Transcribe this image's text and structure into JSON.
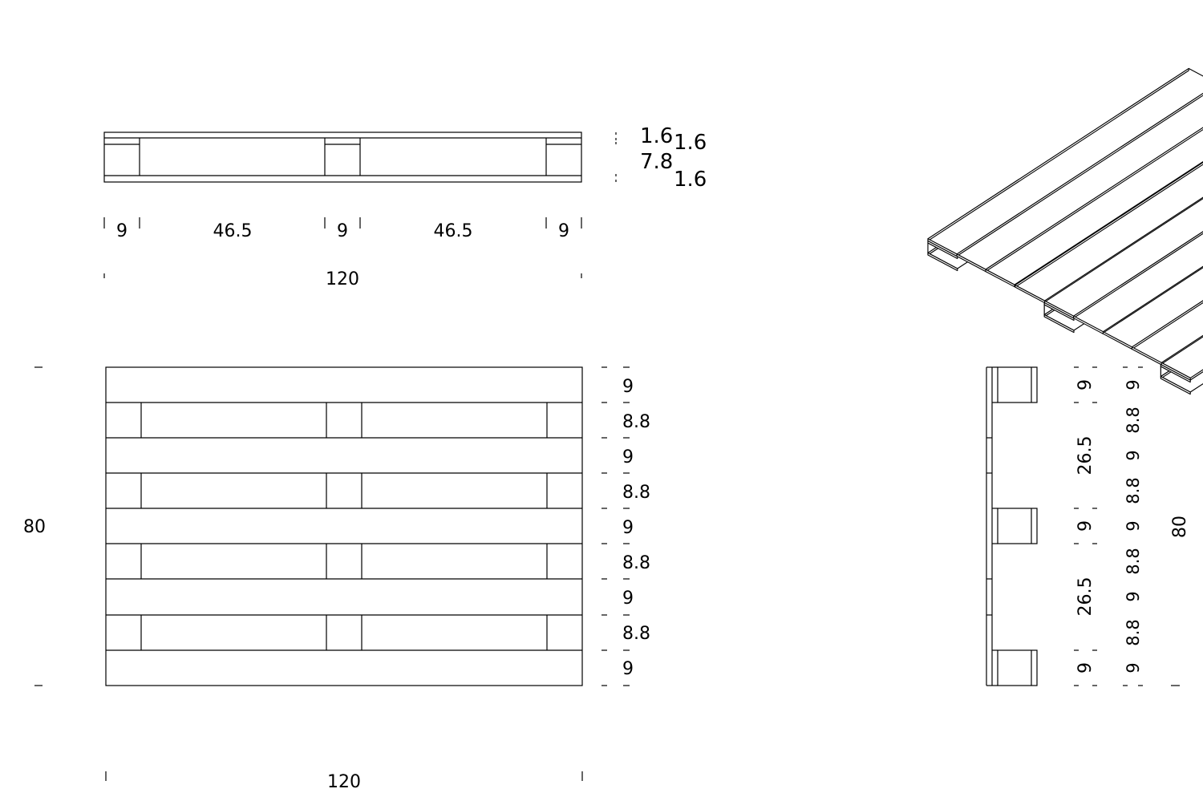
{
  "front_view": {
    "dims": [
      "9",
      "46.5",
      "9",
      "46.5",
      "9"
    ],
    "total": "120",
    "heights": [
      "1.6",
      "1.6",
      "7.8",
      "1.6"
    ]
  },
  "top_view": {
    "total_width": "120",
    "total_depth": "80",
    "right_dims": [
      "9",
      "8.8",
      "9",
      "8.8",
      "9",
      "8.8",
      "9",
      "8.8",
      "9"
    ]
  },
  "side_view": {
    "col1": [
      "9",
      "26.5",
      "9",
      "26.5",
      "9"
    ],
    "col2": [
      "9",
      "8.8",
      "9",
      "8.8",
      "9",
      "8.8",
      "9",
      "8.8",
      "9"
    ],
    "total": "80"
  }
}
